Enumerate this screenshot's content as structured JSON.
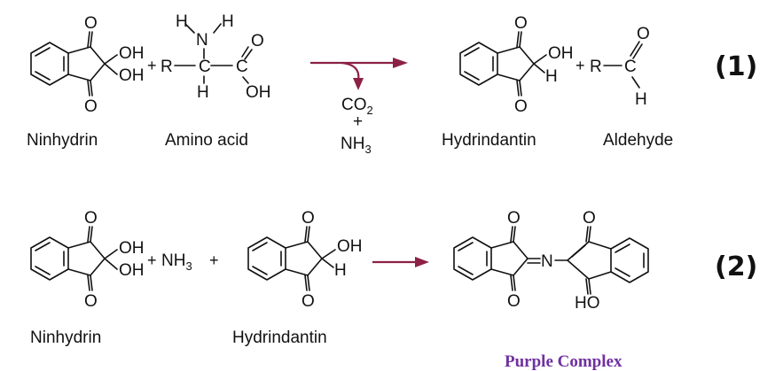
{
  "reaction1": {
    "ninhydrin": {
      "caption": "Ninhydrin",
      "oh_top": "OH",
      "oh_bottom": "OH",
      "o_top": "O",
      "o_bottom": "O"
    },
    "plus1": "+",
    "amino_acid": {
      "caption": "Amino acid",
      "h_left": "H",
      "n": "N",
      "h_right": "H",
      "r": "R",
      "c_alpha": "C",
      "c_carboxyl": "C",
      "h_alpha": "H",
      "o_carbonyl": "O",
      "oh": "OH"
    },
    "side_products": {
      "co2_main": "CO",
      "co2_sub": "2",
      "plus": "+",
      "nh3_main": "NH",
      "nh3_sub": "3"
    },
    "hydrindantin": {
      "caption": "Hydrindantin",
      "o_top": "O",
      "oh": "OH",
      "h": "H",
      "o_bottom": "O"
    },
    "plus2": "+",
    "aldehyde": {
      "caption": "Aldehyde",
      "r": "R",
      "c": "C",
      "o": "O",
      "h": "H"
    },
    "label": "(1)"
  },
  "reaction2": {
    "ninhydrin": {
      "caption": "Ninhydrin",
      "oh_top": "OH",
      "oh_bottom": "OH",
      "o_top": "O",
      "o_bottom": "O"
    },
    "plus1": "+",
    "nh3_main": "NH",
    "nh3_sub": "3",
    "plus2": "+",
    "hydrindantin": {
      "caption": "Hydrindantin",
      "o_top": "O",
      "oh": "OH",
      "h": "H",
      "o_bottom": "O"
    },
    "purple_complex": {
      "caption": "Purple Complex",
      "caption_color": "#7030a0",
      "n": "N",
      "o1": "O",
      "o2": "O",
      "o3": "O",
      "ho": "HO"
    },
    "label": "(2)"
  },
  "colors": {
    "arrow": "#8c2146",
    "ink": "#111111"
  }
}
